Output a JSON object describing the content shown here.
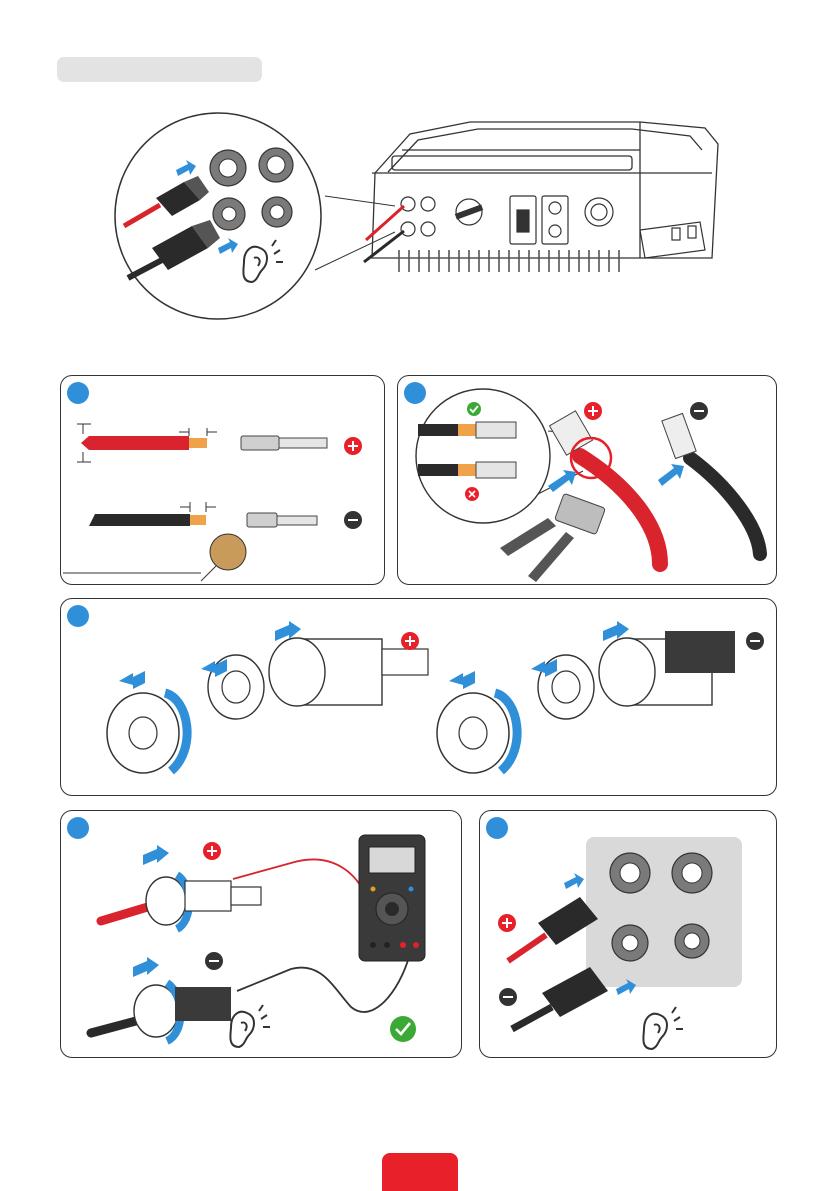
{
  "colors": {
    "accent_blue": "#2f8fd8",
    "positive_red": "#e8202a",
    "ok_green": "#3aa935",
    "cable_red": "#d9232d",
    "cable_black": "#2a2a2a",
    "copper": "#f0a24a",
    "panel_gray": "#d9d9d9"
  },
  "icons": [
    "plus-icon",
    "minus-icon",
    "check-icon",
    "cross-icon",
    "ear-icon",
    "arrow-icon",
    "multimeter-icon",
    "crimp-tool-icon",
    "inverter-illustration"
  ],
  "steps": [
    {
      "id": 1,
      "polarity": [
        "plus",
        "minus"
      ]
    },
    {
      "id": 2,
      "polarity": [
        "plus",
        "minus"
      ]
    },
    {
      "id": 3,
      "polarity": [
        "plus",
        "minus"
      ]
    },
    {
      "id": 4,
      "polarity": [
        "plus",
        "minus"
      ]
    },
    {
      "id": 5,
      "polarity": [
        "plus",
        "minus"
      ]
    }
  ]
}
